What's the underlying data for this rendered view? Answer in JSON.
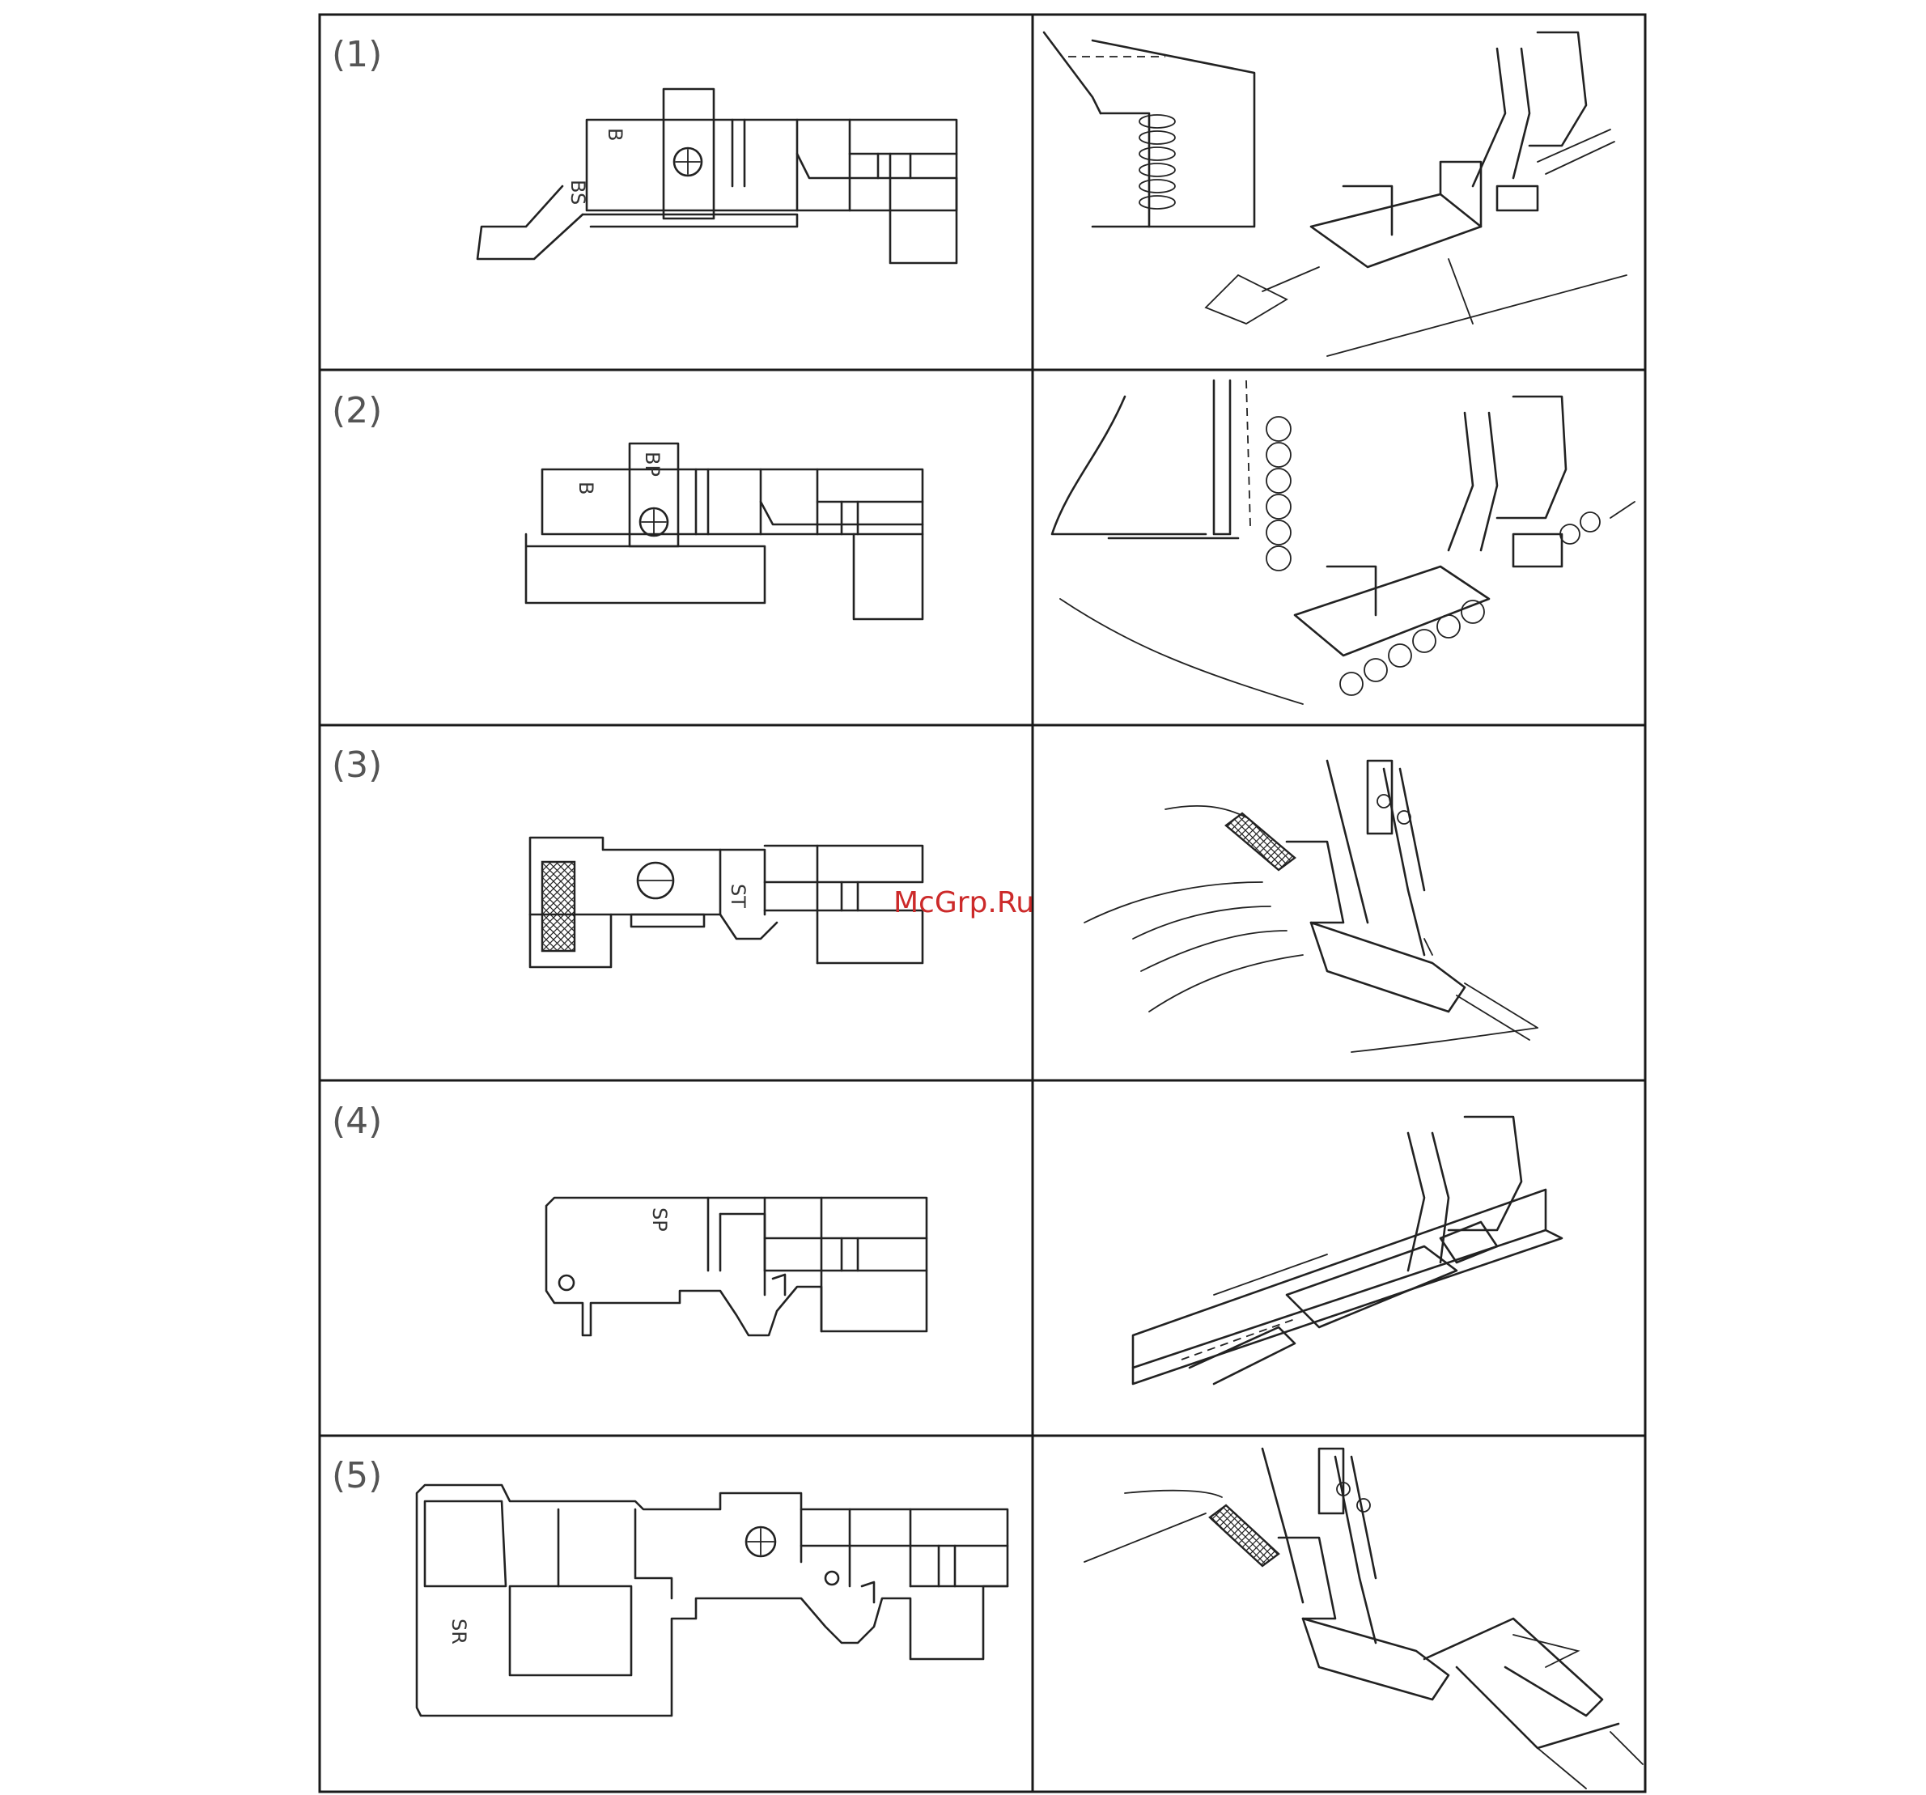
{
  "watermark": "McGrp.Ru",
  "rows": [
    {
      "number_label": "(1)",
      "foot_marks": [
        "B",
        "BS"
      ],
      "foot_name": "",
      "illustration": "cording-foot-in-use"
    },
    {
      "number_label": "(2)",
      "foot_marks": [
        "B",
        "BP"
      ],
      "foot_name": "",
      "illustration": "beading-foot-in-use"
    },
    {
      "number_label": "(3)",
      "foot_marks": [
        "ST"
      ],
      "foot_name": "",
      "illustration": "tape-foot-in-use"
    },
    {
      "number_label": "(4)",
      "foot_marks": [
        "SP"
      ],
      "foot_name": "",
      "illustration": "piping-foot-in-use"
    },
    {
      "number_label": "(5)",
      "foot_marks": [
        "SR"
      ],
      "foot_name": "",
      "illustration": "ruffler-foot-in-use"
    }
  ],
  "colors": {
    "line": "#222222",
    "frame": "#1a1a1a",
    "label": "#555555",
    "watermark": "#cc2a2a"
  }
}
